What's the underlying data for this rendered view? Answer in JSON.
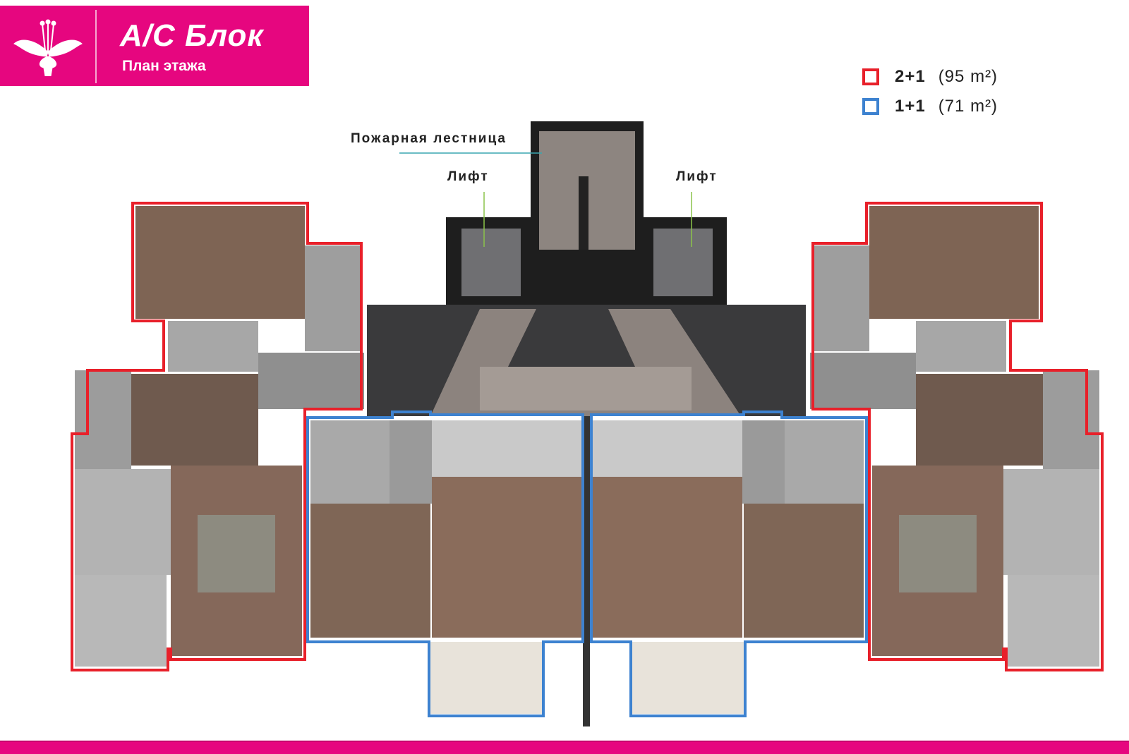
{
  "header": {
    "title": "А/С Блок",
    "subtitle": "План этажа"
  },
  "legend": [
    {
      "type": "2+1",
      "area": "(95 m²)",
      "color": "#e8202a"
    },
    {
      "type": "1+1",
      "area": "(71 m²)",
      "color": "#3d82d0"
    }
  ],
  "plan": {
    "fire_stairs_label": "Пожарная лестница",
    "lift_left_label": "Лифт",
    "lift_right_label": "Лифт"
  },
  "colors": {
    "brand": "#e6067f",
    "unit_2plus1": "#e8202a",
    "unit_1plus1": "#3d82d0"
  }
}
